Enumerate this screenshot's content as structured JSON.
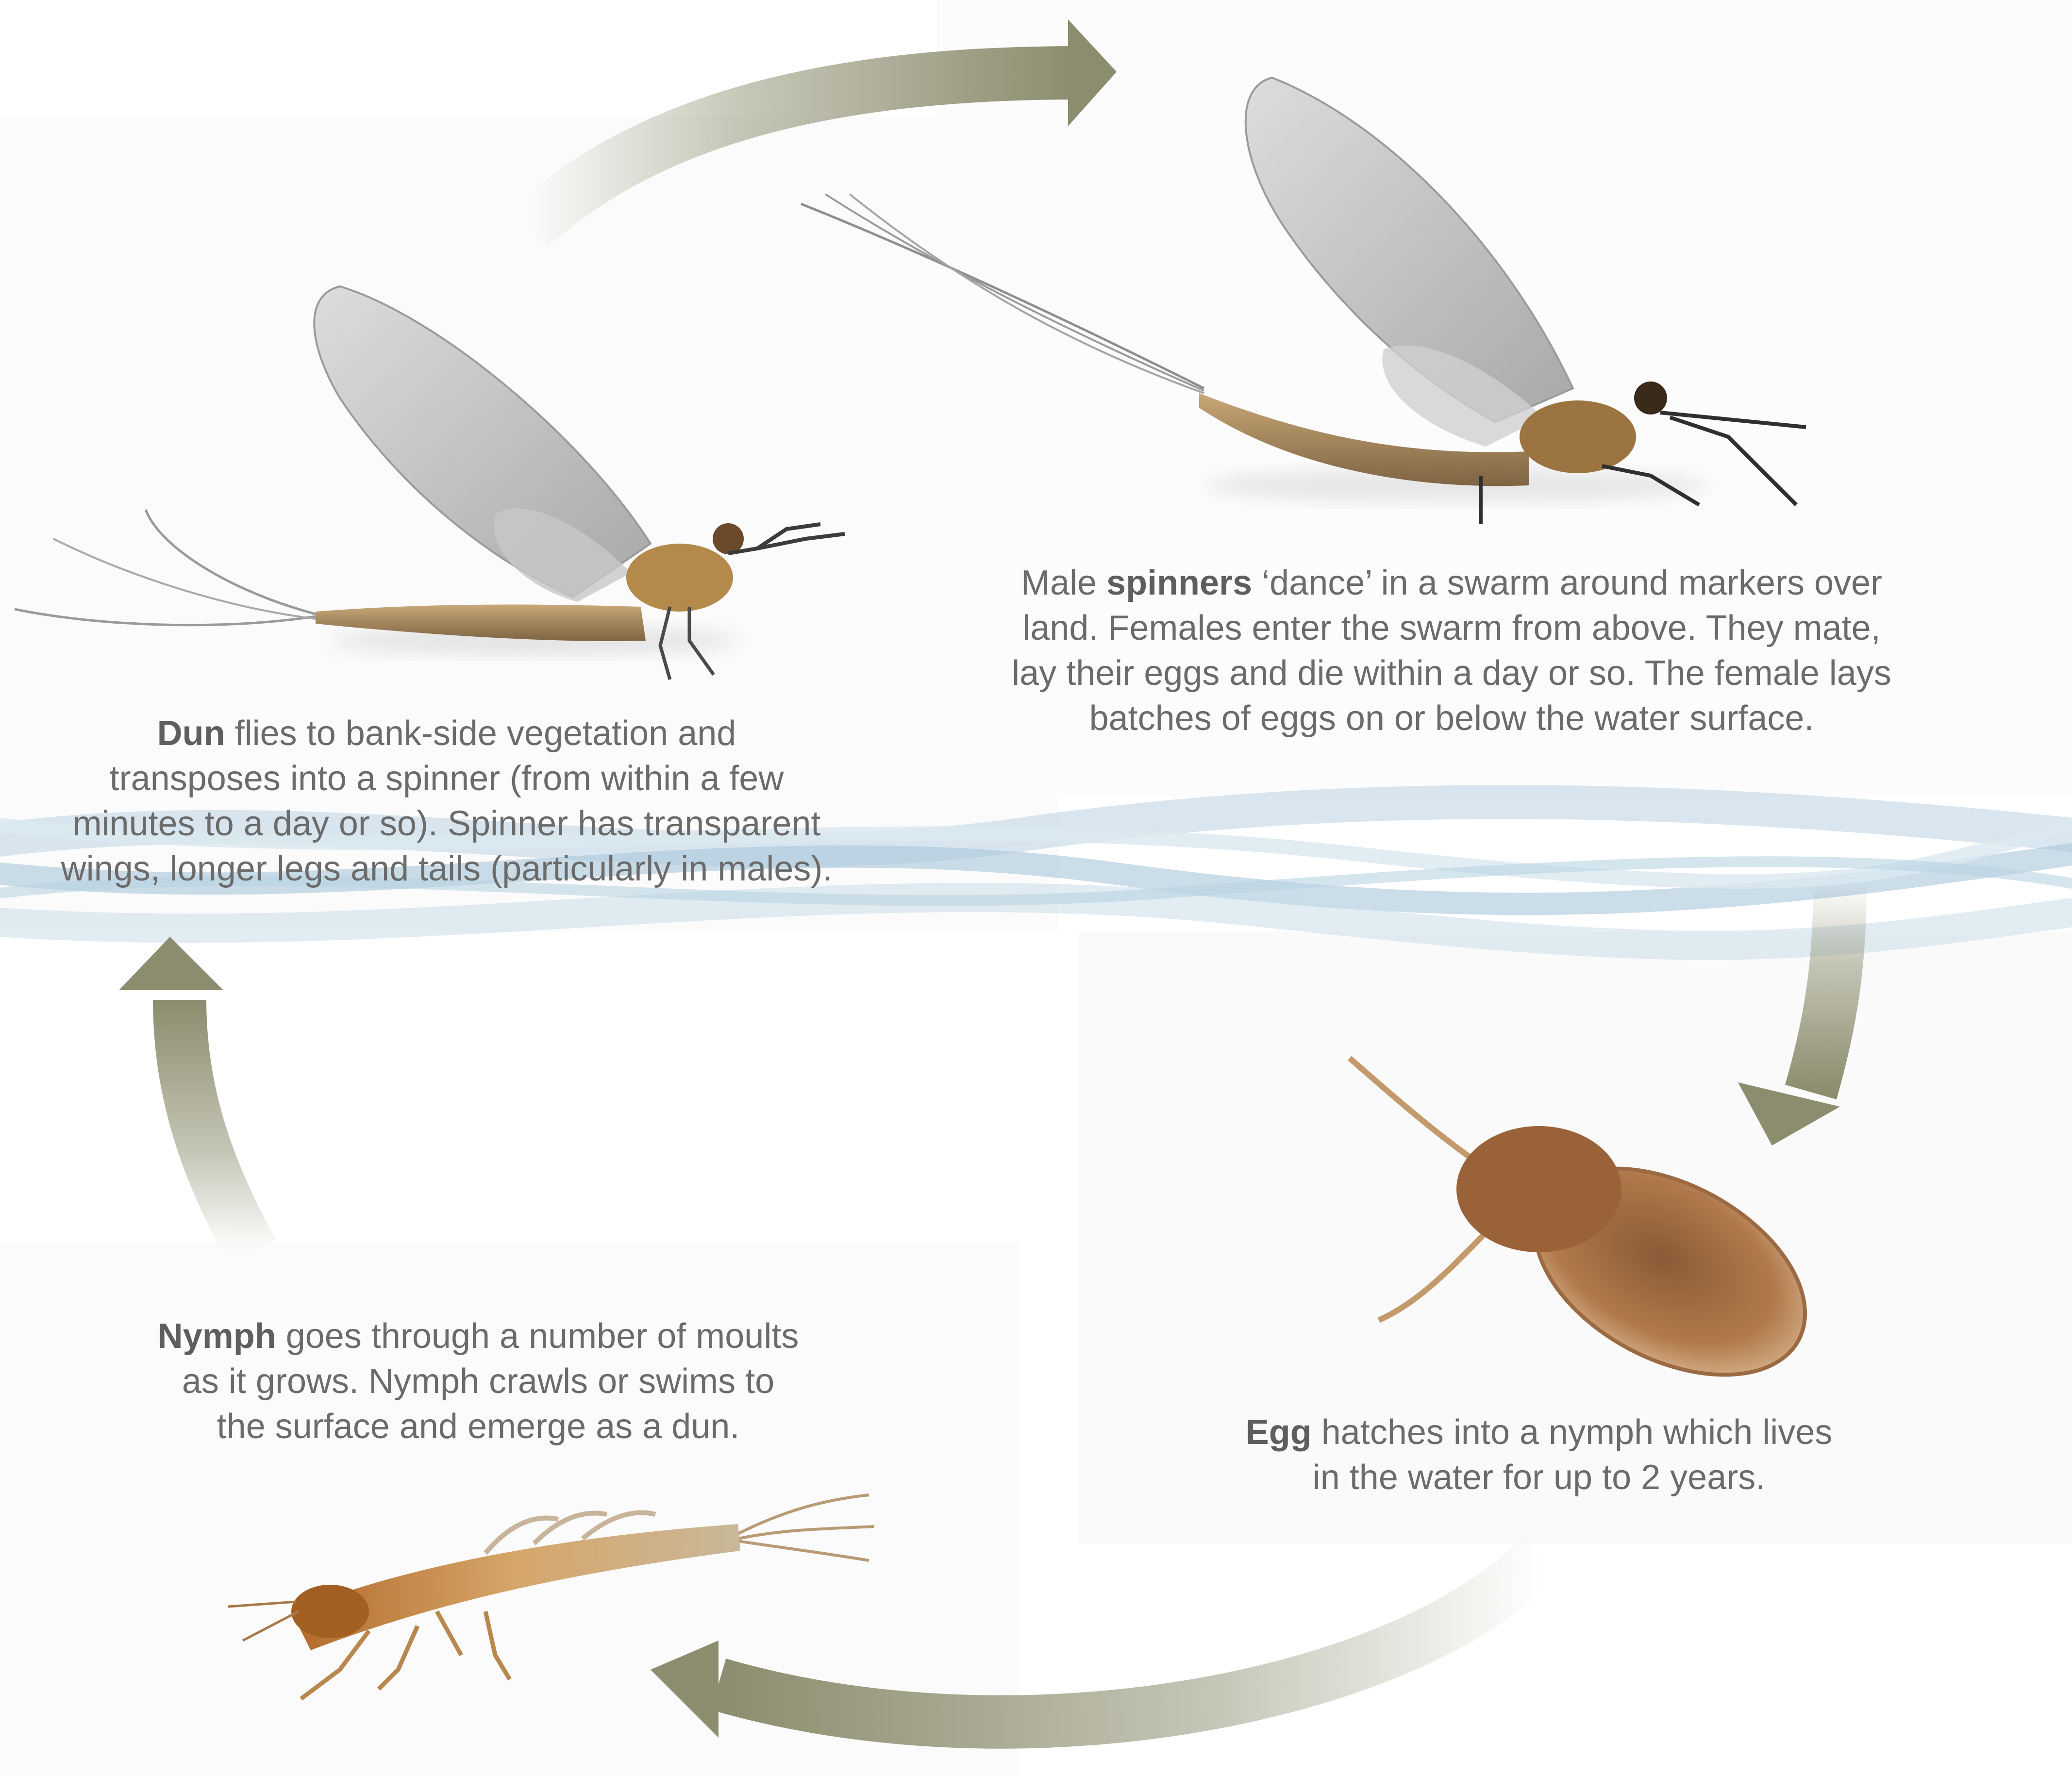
{
  "stages": {
    "dun": {
      "lead": "Dun",
      "lines": [
        " flies to bank-side vegetation and",
        "transposes into a spinner (from within a few",
        "minutes to a day or so). Spinner has transparent",
        "wings, longer legs and tails (particularly in males)."
      ]
    },
    "spinner": {
      "pre": "Male ",
      "lead": "spinners",
      "lines": [
        " ‘dance’ in a swarm around markers over",
        "land. Females enter the swarm from above. They mate,",
        "lay their eggs and die within a day or so. The female lays",
        "batches of eggs on or below the water surface."
      ]
    },
    "egg": {
      "lead": "Egg",
      "lines": [
        " hatches into a nymph which lives",
        "in the water for up to 2 years."
      ]
    },
    "nymph": {
      "lead": "Nymph",
      "lines": [
        " goes through a number of moults",
        "as it grows. Nymph crawls or swims to",
        "the surface and emerge as a dun."
      ]
    }
  },
  "colors": {
    "arrow": "#8c8c6e",
    "water_light": "#c9dce9",
    "water_mid": "#a9c6da",
    "text": "#6b6b6b"
  }
}
